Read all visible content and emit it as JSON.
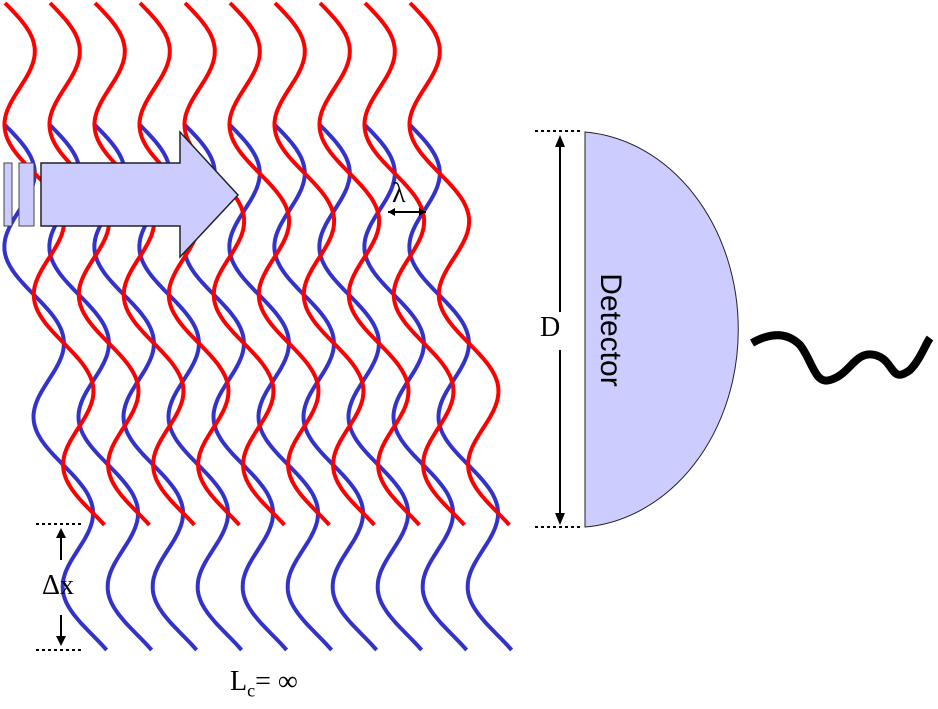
{
  "labels": {
    "wavelength": "λ",
    "diameter": "D",
    "detector": "Detector",
    "delta_x": "Δx",
    "coherence_L": "L",
    "coherence_sub": "c",
    "coherence_rest": "= ∞"
  },
  "colors": {
    "red_wave": "#ff0000",
    "blue_wave": "#3333cc",
    "fill": "#ccccff"
  },
  "wave_columns": 10
}
